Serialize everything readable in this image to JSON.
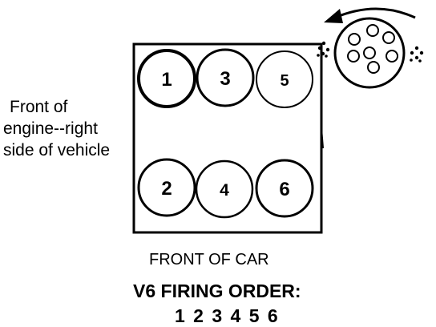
{
  "side_label": [
    "Front of",
    "engine--right",
    "side of vehicle"
  ],
  "cylinders": [
    {
      "label": "1",
      "bank": "top",
      "position": 1
    },
    {
      "label": "3",
      "bank": "top",
      "position": 2
    },
    {
      "label": "5",
      "bank": "top",
      "position": 3
    },
    {
      "label": "2",
      "bank": "bottom",
      "position": 1
    },
    {
      "label": "4",
      "bank": "bottom",
      "position": 2
    },
    {
      "label": "6",
      "bank": "bottom",
      "position": 3
    }
  ],
  "front_label": "FRONT OF CAR",
  "title": "V6 FIRING ORDER:",
  "firing_order": "1 2 3 4 5 6",
  "distributor": {
    "rotation": "counterclockwise",
    "terminal_count": 6
  },
  "colors": {
    "ink": "#000000",
    "background": "#ffffff"
  }
}
